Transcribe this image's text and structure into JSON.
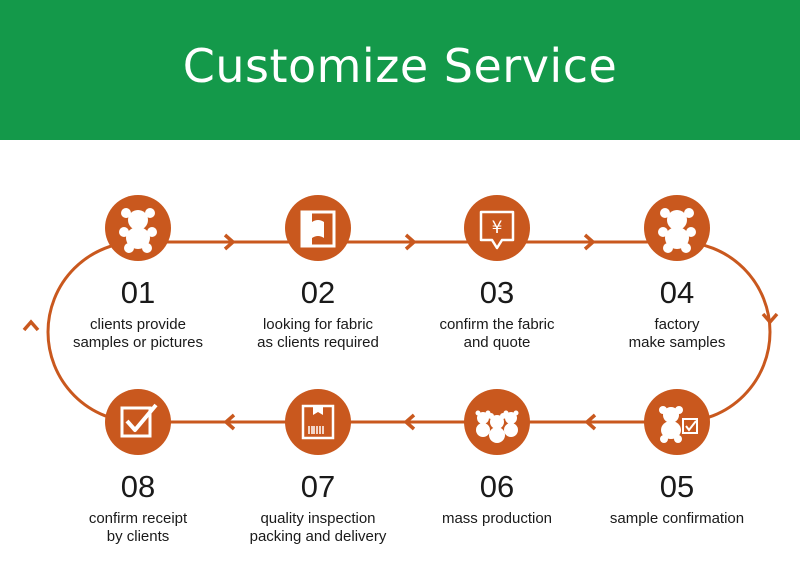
{
  "header": {
    "title": "Customize Service"
  },
  "colors": {
    "banner": "#14994a",
    "accent": "#c9581e",
    "text": "#1a1a1a"
  },
  "steps": [
    {
      "number": "01",
      "text": "clients provide\nsamples or pictures",
      "icon": "teddy-bear-icon"
    },
    {
      "number": "02",
      "text": "looking for fabric\nas clients required",
      "icon": "fabric-roll-icon"
    },
    {
      "number": "03",
      "text": "confirm the fabric\nand quote",
      "icon": "yen-quote-icon"
    },
    {
      "number": "04",
      "text": "factory\nmake samples",
      "icon": "teddy-bear-icon"
    },
    {
      "number": "05",
      "text": "sample confirmation",
      "icon": "bear-checkmark-icon"
    },
    {
      "number": "06",
      "text": "mass production",
      "icon": "bears-group-icon"
    },
    {
      "number": "07",
      "text": "quality inspection\npacking and delivery",
      "icon": "package-barcode-icon"
    },
    {
      "number": "08",
      "text": "confirm receipt\nby clients",
      "icon": "checkbox-icon"
    }
  ]
}
